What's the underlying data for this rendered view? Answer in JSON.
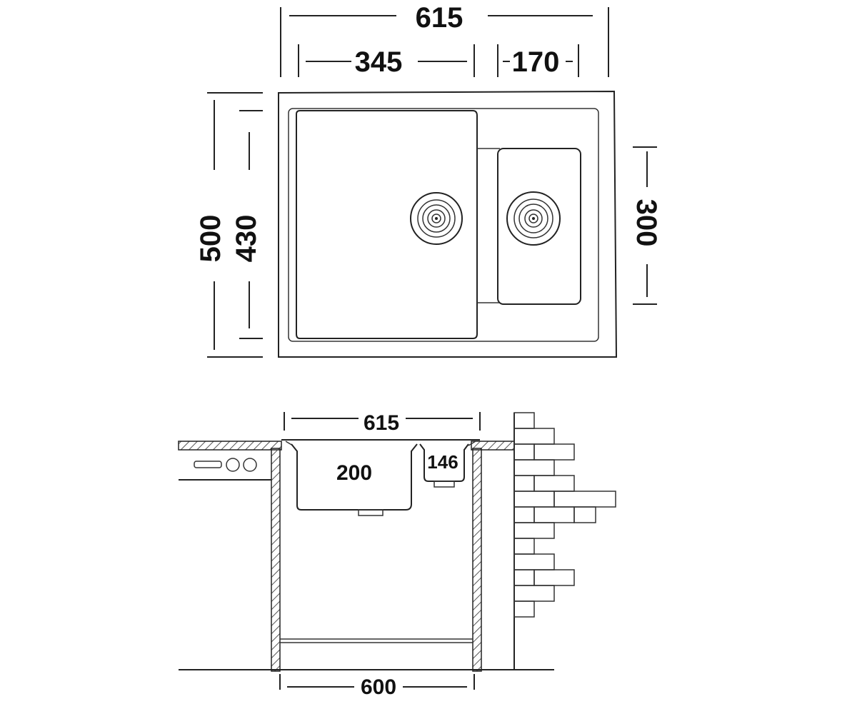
{
  "top_view": {
    "overall_width": "615",
    "left_bowl_width": "345",
    "right_bowl_width": "170",
    "overall_depth": "500",
    "inner_depth": "430",
    "right_bowl_depth": "300"
  },
  "section_view": {
    "overall_width": "615",
    "left_bowl_depth": "200",
    "right_bowl_depth": "146",
    "cabinet_width": "600"
  },
  "colors": {
    "line": "#222222",
    "hatch": "#555555",
    "background": "#ffffff"
  }
}
